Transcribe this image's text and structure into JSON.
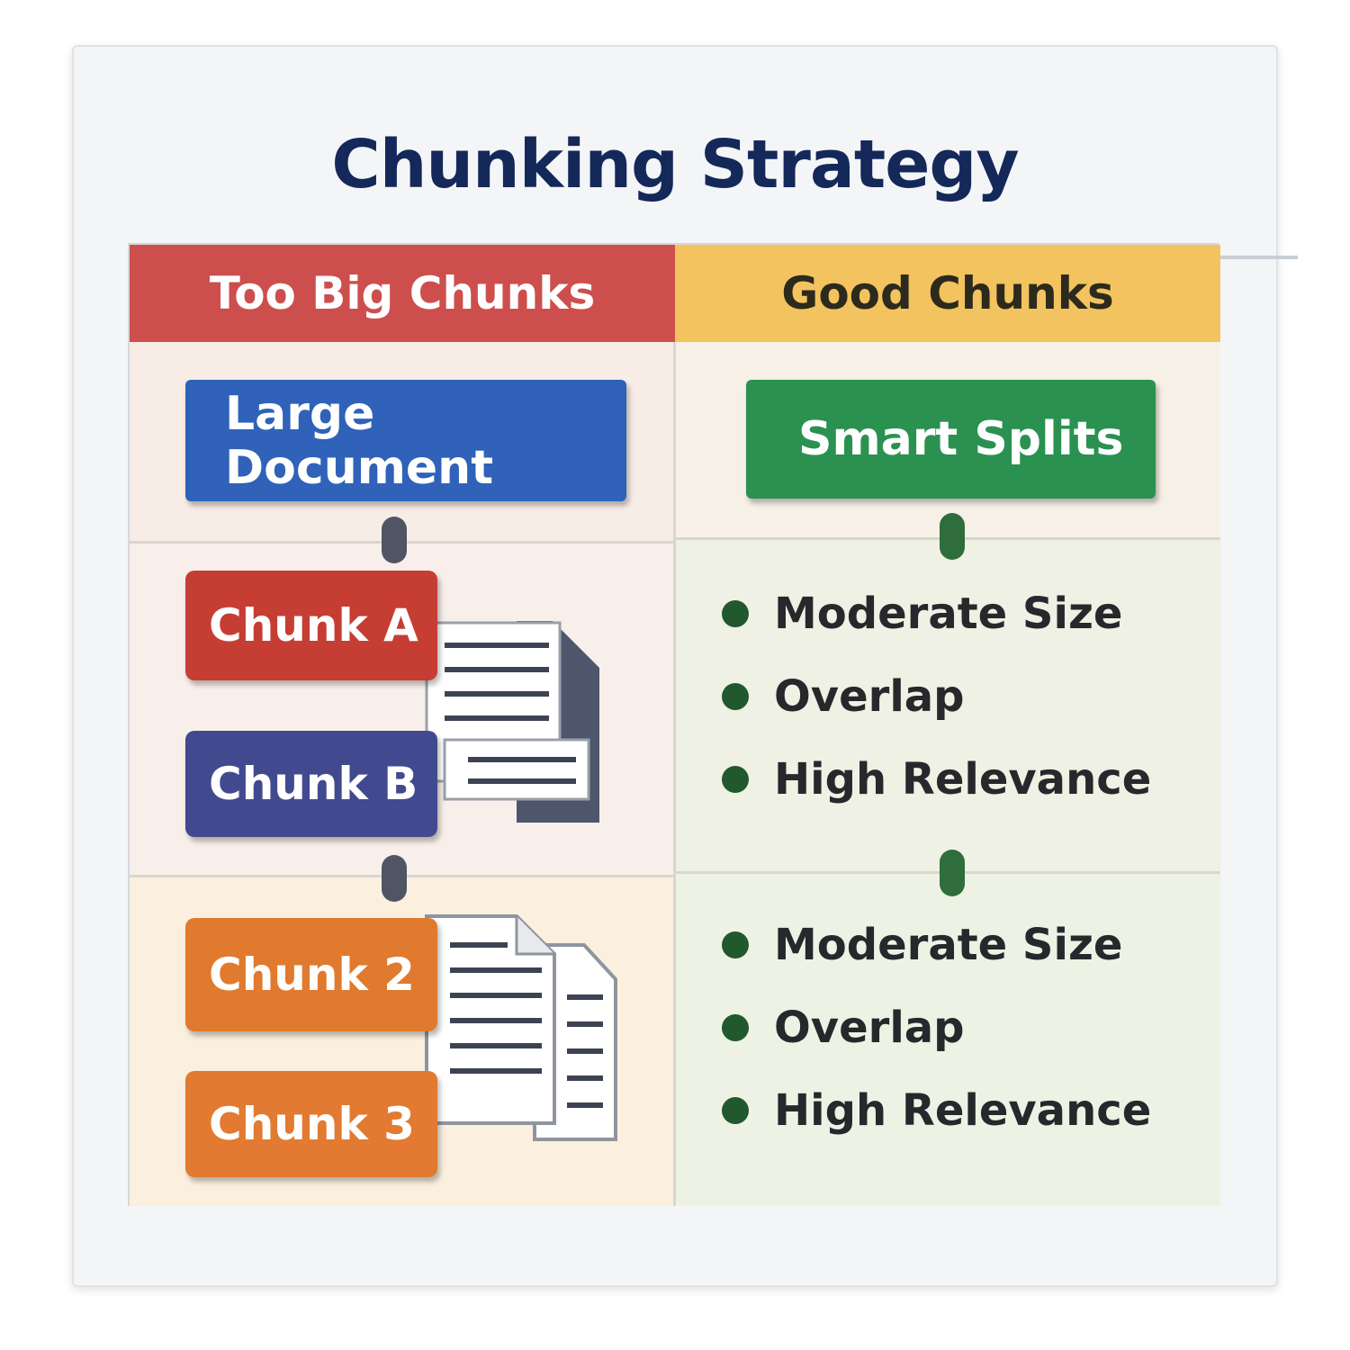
{
  "title": "Chunking Strategy",
  "columns": {
    "left": {
      "header": "Too Big Chunks",
      "source_box": "Large Document",
      "group_1": [
        "Chunk A",
        "Chunk B"
      ],
      "group_2": [
        "Chunk 2",
        "Chunk 3"
      ]
    },
    "right": {
      "header": "Good Chunks",
      "source_box": "Smart Splits",
      "list_1": [
        "Moderate Size",
        "Overlap",
        "High Relevance"
      ],
      "list_2": [
        "Moderate Size",
        "Overlap",
        "High Relevance"
      ]
    }
  },
  "colors": {
    "title": "#14285a",
    "left_header": "#cd4f4d",
    "right_header": "#f2c35f",
    "large_document": "#2f62b8",
    "smart_splits": "#2b9150",
    "chunk_a": "#c63d34",
    "chunk_b": "#414a8f",
    "chunk_orange": "#e07a2e",
    "bullet": "#22582e"
  },
  "icons": [
    "document-stack-icon",
    "document-stack-icon",
    "bullet-dot-icon"
  ]
}
